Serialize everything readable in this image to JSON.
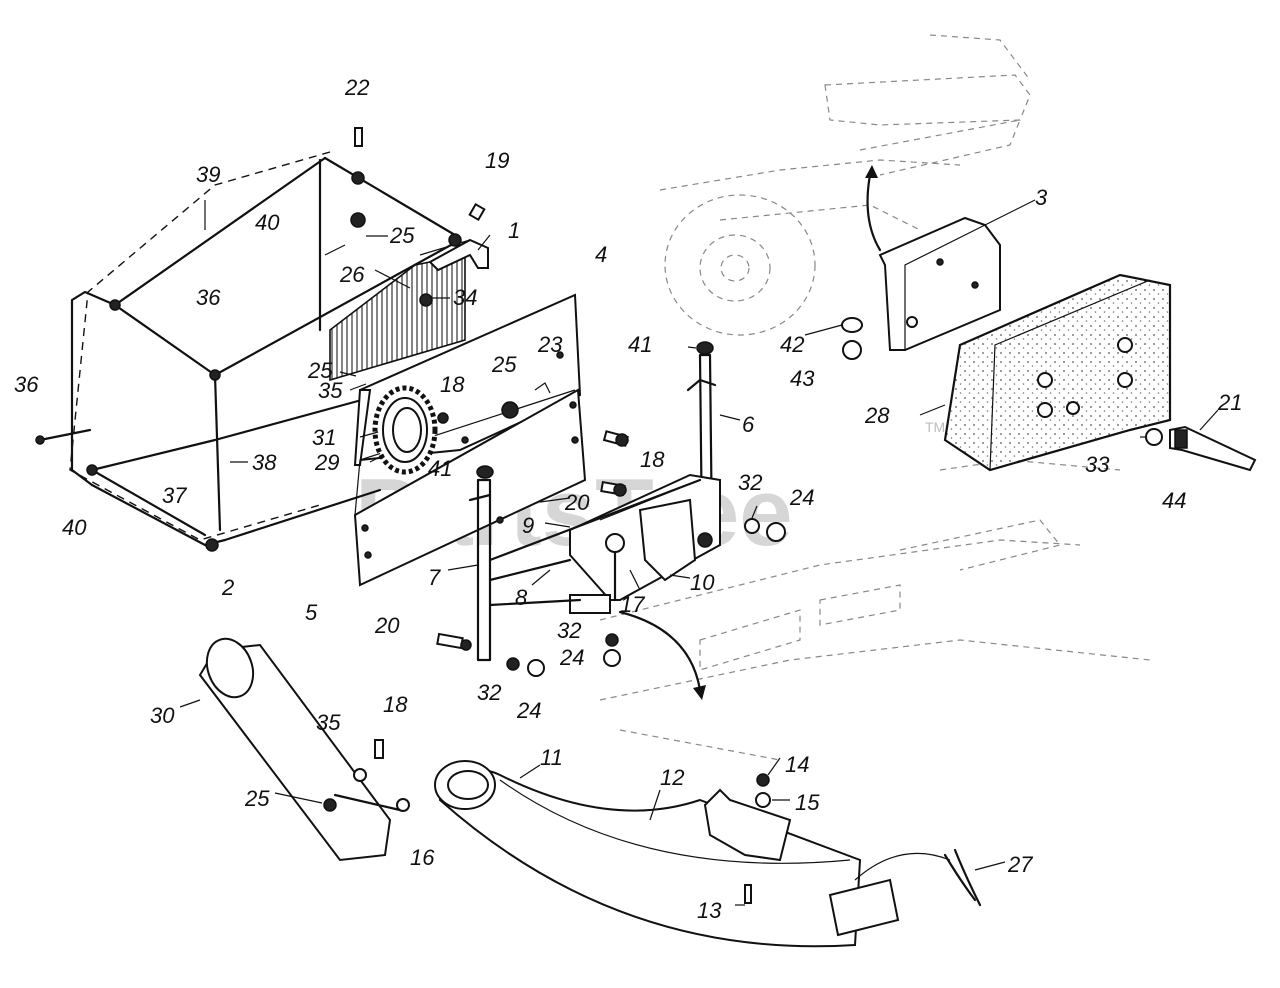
{
  "watermark": {
    "text": "PartsTree",
    "trademark": "TM"
  },
  "callouts": [
    {
      "id": "22",
      "text": "22"
    },
    {
      "id": "19",
      "text": "19"
    },
    {
      "id": "39",
      "text": "39"
    },
    {
      "id": "1",
      "text": "1"
    },
    {
      "id": "40a",
      "text": "40"
    },
    {
      "id": "25a",
      "text": "25"
    },
    {
      "id": "4",
      "text": "4"
    },
    {
      "id": "36a",
      "text": "36"
    },
    {
      "id": "26",
      "text": "26"
    },
    {
      "id": "34",
      "text": "34"
    },
    {
      "id": "25b",
      "text": "25"
    },
    {
      "id": "35a",
      "text": "35"
    },
    {
      "id": "18a",
      "text": "18"
    },
    {
      "id": "25c",
      "text": "25"
    },
    {
      "id": "23",
      "text": "23"
    },
    {
      "id": "41a",
      "text": "41"
    },
    {
      "id": "36b",
      "text": "36"
    },
    {
      "id": "31",
      "text": "31"
    },
    {
      "id": "29",
      "text": "29"
    },
    {
      "id": "38",
      "text": "38"
    },
    {
      "id": "41b",
      "text": "41"
    },
    {
      "id": "18b",
      "text": "18"
    },
    {
      "id": "6",
      "text": "6"
    },
    {
      "id": "37",
      "text": "37"
    },
    {
      "id": "40b",
      "text": "40"
    },
    {
      "id": "2",
      "text": "2"
    },
    {
      "id": "5",
      "text": "5"
    },
    {
      "id": "20a",
      "text": "20"
    },
    {
      "id": "9",
      "text": "9"
    },
    {
      "id": "32a",
      "text": "32"
    },
    {
      "id": "24a",
      "text": "24"
    },
    {
      "id": "7",
      "text": "7"
    },
    {
      "id": "8",
      "text": "8"
    },
    {
      "id": "17",
      "text": "17"
    },
    {
      "id": "10",
      "text": "10"
    },
    {
      "id": "20b",
      "text": "20"
    },
    {
      "id": "32b",
      "text": "32"
    },
    {
      "id": "24b",
      "text": "24"
    },
    {
      "id": "32c",
      "text": "32"
    },
    {
      "id": "24c",
      "text": "24"
    },
    {
      "id": "3",
      "text": "3"
    },
    {
      "id": "42",
      "text": "42"
    },
    {
      "id": "43",
      "text": "43"
    },
    {
      "id": "28",
      "text": "28"
    },
    {
      "id": "21",
      "text": "21"
    },
    {
      "id": "33",
      "text": "33"
    },
    {
      "id": "44",
      "text": "44"
    },
    {
      "id": "30",
      "text": "30"
    },
    {
      "id": "35b",
      "text": "35"
    },
    {
      "id": "18c",
      "text": "18"
    },
    {
      "id": "25d",
      "text": "25"
    },
    {
      "id": "16",
      "text": "16"
    },
    {
      "id": "11",
      "text": "11"
    },
    {
      "id": "12",
      "text": "12"
    },
    {
      "id": "14",
      "text": "14"
    },
    {
      "id": "15",
      "text": "15"
    },
    {
      "id": "13",
      "text": "13"
    },
    {
      "id": "27",
      "text": "27"
    }
  ]
}
